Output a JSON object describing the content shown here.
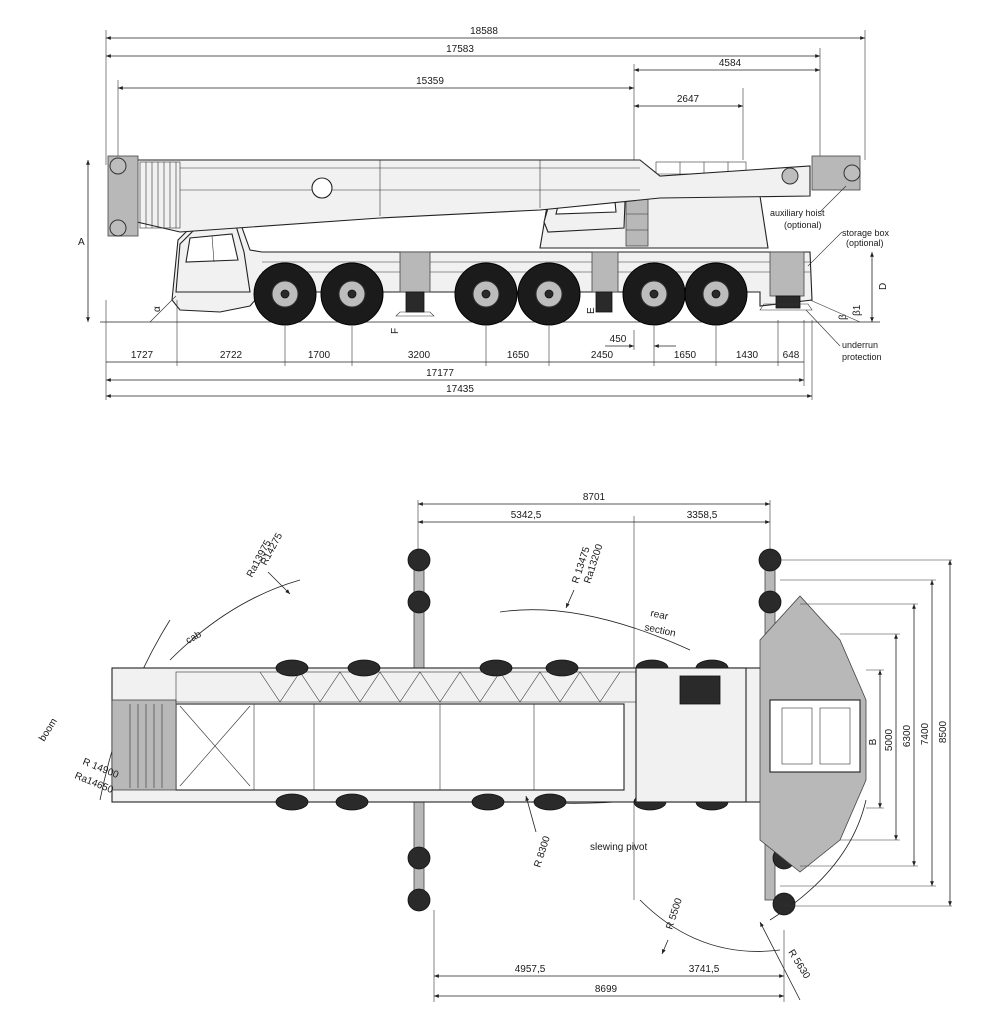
{
  "side_view": {
    "top_dims": {
      "overall_18588": "18588",
      "boom_17583": "17583",
      "d15359": "15359",
      "d4584": "4584",
      "d2647": "2647"
    },
    "bottom_segments": [
      "1727",
      "2722",
      "1700",
      "3200",
      "1650",
      "2450",
      "1650",
      "1430",
      "648"
    ],
    "d450": "450",
    "total_17177": "17177",
    "total_17435": "17435",
    "letters": {
      "A": "A",
      "D": "D",
      "E": "E",
      "F": "F",
      "alpha": "α",
      "beta": "β",
      "beta1": "β1"
    },
    "labels": {
      "aux_hoist": "auxiliary hoist",
      "aux_hoist_opt": "(optional)",
      "storage_box": "storage box",
      "storage_box_opt": "(optional)",
      "underrun": "underrun",
      "protection": "protection"
    }
  },
  "top_view": {
    "d8701": "8701",
    "d5342": "5342,5",
    "d3358": "3358,5",
    "r14275": "R14275",
    "ra13975": "Ra13975",
    "r13475": "R 13475",
    "ra13200": "Ra13200",
    "r14900": "R 14900",
    "ra14650": "Ra14650",
    "r8300": "R 8300",
    "r5500": "R 5500",
    "r5630": "R 5630",
    "d4957": "4957,5",
    "d3741": "3741,5",
    "d8699": "8699",
    "right_dims": [
      "B",
      "5000",
      "6300",
      "7400",
      "8500"
    ],
    "labels": {
      "cab": "cab",
      "boom": "boom",
      "rear": "rear",
      "section": "section",
      "slewing": "slewing pivot"
    }
  },
  "colors": {
    "line": "#222222",
    "tire": "#1b1b1b",
    "body": "#f1f1f1"
  }
}
